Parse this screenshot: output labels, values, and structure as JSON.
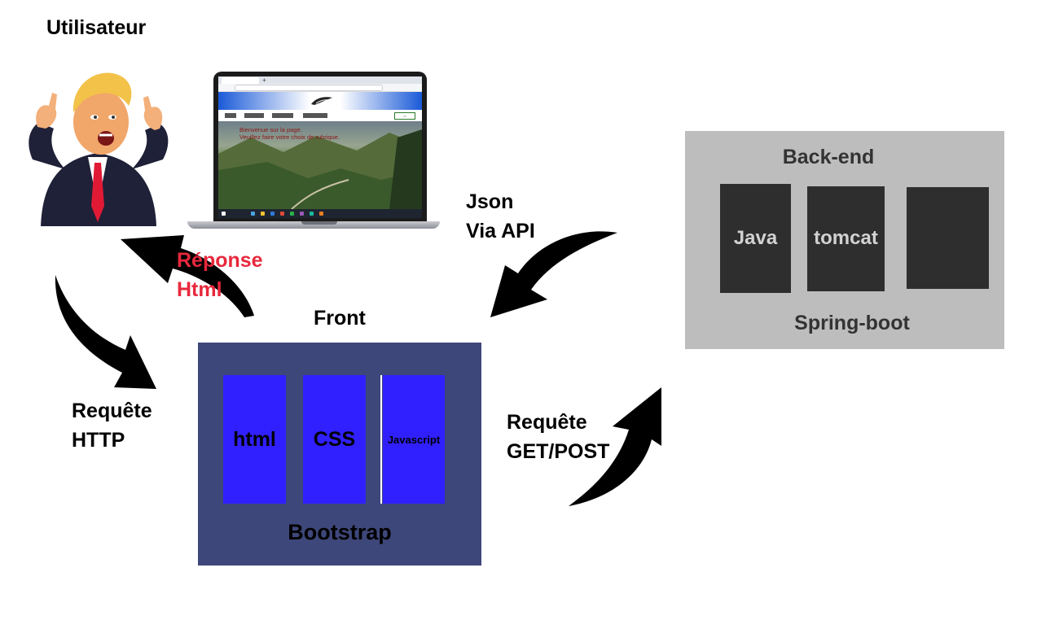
{
  "user": {
    "title": "Utilisateur"
  },
  "laptop": {
    "hero_line1": "Bienvenue sur la page.",
    "hero_line2": "Veuillez faire votre choix de rubrique."
  },
  "labels": {
    "response_line1": "Réponse",
    "response_line2": "Html",
    "json_line1": "Json",
    "json_line2": "Via API",
    "http_line1": "Requête",
    "http_line2": "HTTP",
    "getpost_line1": "Requête",
    "getpost_line2": "GET/POST"
  },
  "front": {
    "title": "Front",
    "items": [
      "html",
      "CSS",
      "Javascript"
    ],
    "framework": "Bootstrap",
    "box_color": "#3e477a",
    "item_color": "#3020ff"
  },
  "back": {
    "title": "Back-end",
    "items": [
      "Java",
      "tomcat",
      ""
    ],
    "framework": "Spring-boot",
    "box_color": "#bdbdbd",
    "item_color": "#2e2e2e"
  },
  "colors": {
    "response_label": "#e8283c",
    "arrow": "#000000"
  }
}
